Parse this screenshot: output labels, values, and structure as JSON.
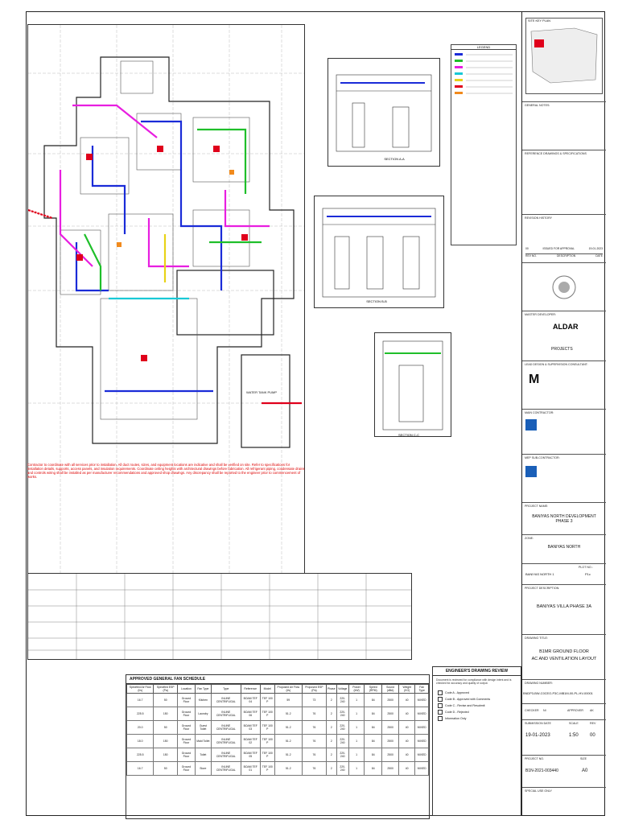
{
  "key_plan_label": "SITE KEY PLAN",
  "general_notes_label": "GENERAL NOTES:",
  "reference_label": "REFERENCE DRAWINGS & SPECIFICATIONS",
  "revision_history_label": "REVISION HISTORY",
  "revision": {
    "rev_no": "00",
    "description": "ISSUED FOR APPROVAL",
    "date": "19-01-2023"
  },
  "revision_headers": {
    "rev_no": "REV NO.",
    "description": "DESCRIPTION",
    "date": "DATE"
  },
  "master_developer_label": "MASTER DEVELOPER:",
  "aldar_logo": "ALDAR",
  "aldar_projects": "PROJECTS",
  "consultant_label": "LEAD DESIGN & SUPERVISION CONSULTANT:",
  "consultant_logo": "M",
  "main_contractor_label": "MAIN CONTRACTOR:",
  "mep_contractor_label": "MEP SUB-CONTRACTOR:",
  "project_name_label": "PROJECT NAME:",
  "project_name": "BANIYAS NORTH DEVELOPMENT PHASE 3",
  "zone_label": "ZONE:",
  "zone": "BANIYAS NORTH",
  "plot_label": "PLOT NO.:",
  "plot": "BANIYAS NORTH 1",
  "plot_no": "P1c",
  "project_desc_label": "PROJECT DESCRIPTION:",
  "project_desc": "BANIYAS VILLA PHASE 3A",
  "drawing_title_label": "DRAWING TITLE:",
  "drawing_title_1": "B1MR GROUND FLOOR",
  "drawing_title_2": "AC AND VENTILATION LAYOUT",
  "drawing_number_label": "DRAWING NUMBER:",
  "drawing_number": "BNDP3-BW-C0CEO-P3C-MB1M-00-PL-HV-00001",
  "checker_label": "CHECKER",
  "checker_value": "NI",
  "approver_label": "APPROVER",
  "approver_value": "AK",
  "submission_date_label": "SUBMISSION DATE",
  "submission_date": "19-01-2023",
  "scale_label": "SCALE",
  "scale": "1:50",
  "rev_label": "REV",
  "rev": "00",
  "project_no_label": "PROJECT NO.",
  "project_no": "B1N-2021-003440",
  "size_label": "SIZE",
  "size": "A0",
  "special_use": "SPECIAL USE ONLY",
  "review_title": "ENGINEER'S DRAWING REVIEW",
  "review_codes": [
    "Code A - Approved",
    "Code B - Approved with Comments",
    "Code C - Revise and Resubmit",
    "Code D - Rejected",
    "Information Only"
  ],
  "water_tank_label": "WATER TANK PUMP",
  "section_aa": "SECTION A-A",
  "section_bb": "SECTION B-B",
  "section_cc": "SECTION C-C",
  "scale_note": "SCALE 1:50",
  "schedule_title": "APPROVED GENERAL FAN SCHEDULE",
  "schedule_headers": [
    "Specified Air Flow (l/s)",
    "Specified ESP (Pa)",
    "Location",
    "Fan Type",
    "Type",
    "Reference",
    "Model",
    "Proposed Air Flow (l/s)",
    "Proposed ESP (Pa)",
    "Phase",
    "Voltage",
    "Power (kW)",
    "Speed (RPM)",
    "Sound (dBA)",
    "Weight (KG)",
    "Fan Type"
  ],
  "schedule_rows": [
    [
      "16.7",
      "50",
      "Ground Floor",
      "Kitchen",
      "INLINE CENTRIFUGAL",
      "BOAM TEF 04",
      "TEF 100 P",
      "59",
      "73",
      "2",
      "220-240",
      "1",
      "84",
      "2500",
      "40",
      "MIXED"
    ],
    [
      "225.5",
      "150",
      "Ground Floor",
      "Laundry",
      "INLINE CENTRIFUGAL",
      "BOAM TEF 06",
      "TEF 100 P",
      "51.2",
      "76",
      "2",
      "220-240",
      "1",
      "84",
      "2500",
      "40",
      "MIXED"
    ],
    [
      "20.0",
      "50",
      "Ground Floor",
      "Guest Toilet",
      "INLINE CENTRIFUGAL",
      "BOAM TEF 03",
      "TEF 100 P",
      "51.2",
      "76",
      "2",
      "220-240",
      "1",
      "84",
      "2500",
      "40",
      "MIXED"
    ],
    [
      "18.0",
      "150",
      "Ground Floor",
      "Maid Toilet",
      "INLINE CENTRIFUGAL",
      "BOAM TEF 02",
      "TEF 100 P",
      "51.2",
      "76",
      "2",
      "220-240",
      "1",
      "84",
      "2500",
      "40",
      "MIXED"
    ],
    [
      "225.5",
      "150",
      "Ground Floor",
      "Toilet",
      "INLINE CENTRIFUGAL",
      "BOAM TEF 05",
      "TEF 100 P",
      "51.2",
      "76",
      "2",
      "220-240",
      "1",
      "84",
      "2500",
      "40",
      "MIXED"
    ],
    [
      "16.7",
      "50",
      "Ground Floor",
      "Store",
      "INLINE CENTRIFUGAL",
      "BOAM TEF 01",
      "TEF 100 P",
      "51.2",
      "76",
      "2",
      "220-240",
      "1",
      "84",
      "2500",
      "40",
      "MIXED"
    ]
  ],
  "legend_title": "LEGEND",
  "colors": {
    "red": "#e0001b",
    "magenta": "#e81ee0",
    "blue": "#1a2bd8",
    "green": "#1fbf2a",
    "cyan": "#19c9d6",
    "yellow": "#e8d317",
    "orange": "#f18a1d"
  }
}
